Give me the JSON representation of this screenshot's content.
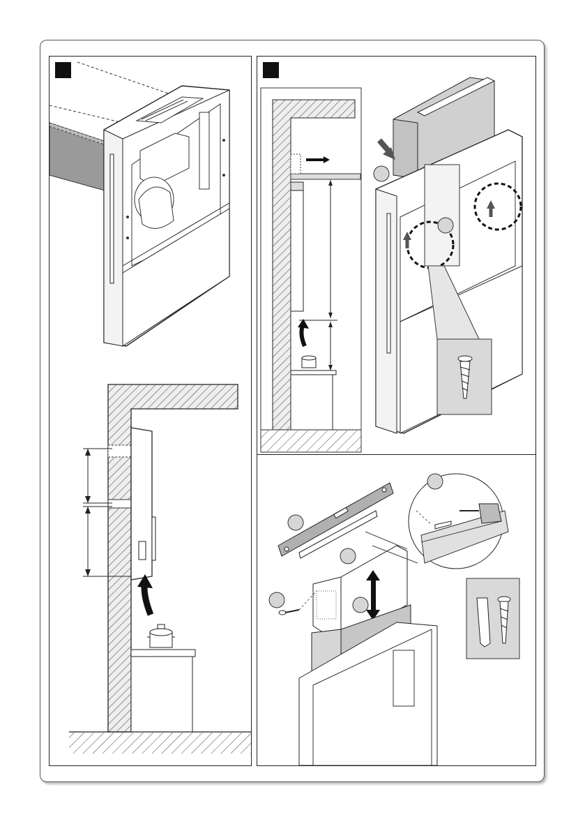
{
  "document": {
    "type": "installation-instructions-page",
    "steps": [
      {
        "id": "step-left",
        "label": ""
      },
      {
        "id": "step-right",
        "label": ""
      }
    ],
    "colors": {
      "frame": "#555555",
      "line": "#222222",
      "wall_fill": "#d9d9d9",
      "shade": "#9a9a9a",
      "badge": "#111111"
    },
    "icons": [
      "hood-illustration",
      "wall-section-illustration",
      "screw-icon",
      "wall-plug-icon",
      "drill-icon",
      "spirit-level-icon",
      "arrow-icon"
    ]
  }
}
